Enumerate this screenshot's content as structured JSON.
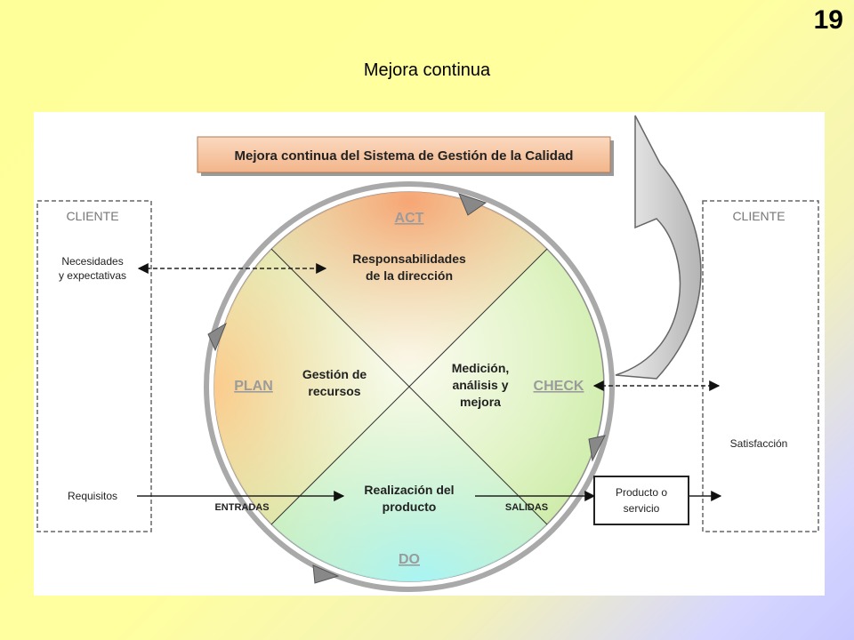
{
  "slide": {
    "number": "19",
    "title": "Mejora continua"
  },
  "diagram": {
    "banner": "Mejora continua del Sistema de Gestión de la Calidad",
    "client_left": {
      "heading": "CLIENTE",
      "needs": [
        "Necesidades",
        "y expectativas"
      ],
      "requirements": "Requisitos"
    },
    "client_right": {
      "heading": "CLIENTE",
      "satisfaction": "Satisfacción"
    },
    "phases": {
      "act": "ACT",
      "plan": "PLAN",
      "check": "CHECK",
      "do": "DO"
    },
    "quadrants": {
      "top": [
        "Responsabilidades",
        "de la dirección"
      ],
      "left": [
        "Gestión de",
        "recursos"
      ],
      "right": [
        "Medición,",
        "análisis y",
        "mejora"
      ],
      "bottom": [
        "Realización del",
        "producto"
      ]
    },
    "flow": {
      "inputs": "ENTRADAS",
      "outputs": "SALIDAS"
    },
    "product_box": [
      "Producto o",
      "servicio"
    ],
    "colors": {
      "act": "#f7a574",
      "plan": "#fccb8c",
      "do": "#a8f4f4",
      "check": "#c4f0a0",
      "phase_label": "#9b9b9b",
      "ring": "#a9a9a9",
      "banner_fill": "#f6c59e"
    }
  }
}
